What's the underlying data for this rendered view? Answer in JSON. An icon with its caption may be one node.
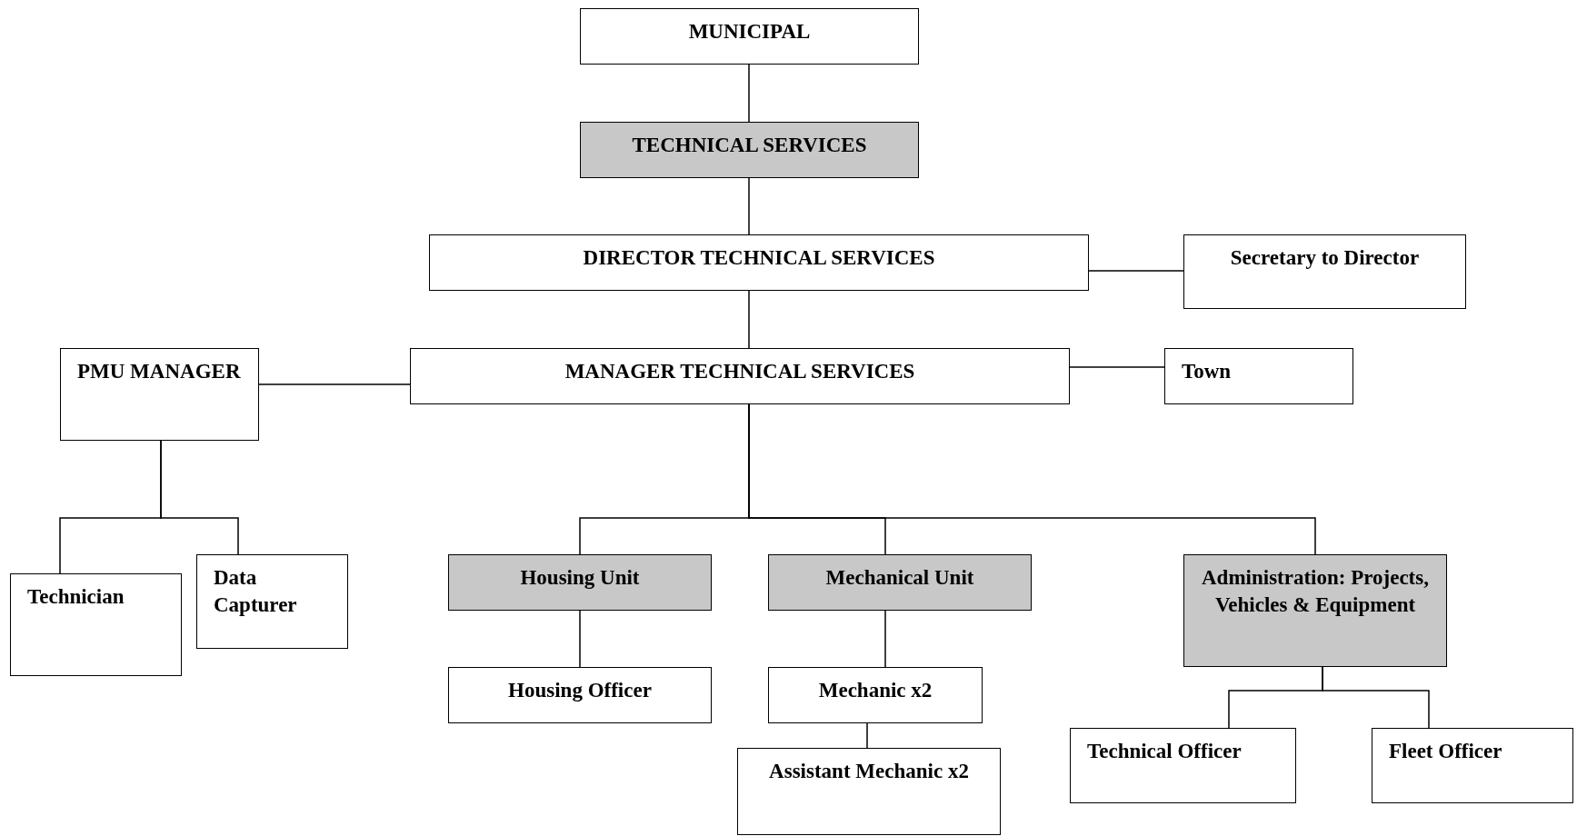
{
  "diagram": {
    "nodes": [
      {
        "text": [
          "MUNICIPAL"
        ]
      },
      {
        "text": [
          "TECHNICAL SERVICES"
        ]
      },
      {
        "text": [
          "DIRECTOR TECHNICAL SERVICES"
        ]
      },
      {
        "text": [
          "Secretary to Director"
        ]
      },
      {
        "text": [
          "PMU MANAGER"
        ]
      },
      {
        "text": [
          "MANAGER TECHNICAL SERVICES"
        ]
      },
      {
        "text": [
          "Town"
        ]
      },
      {
        "text": [
          "Technician"
        ]
      },
      {
        "text": [
          "Data Capturer"
        ]
      },
      {
        "text": [
          "Housing Unit"
        ]
      },
      {
        "text": [
          "Mechanical Unit"
        ]
      },
      {
        "text": [
          "Administration: Projects, Vehicles & Equipment"
        ]
      },
      {
        "text": [
          "Housing Officer"
        ]
      },
      {
        "text": [
          "Mechanic x2"
        ]
      },
      {
        "text": [
          "Assistant Mechanic x2"
        ]
      },
      {
        "text": [
          "Technical Officer"
        ]
      },
      {
        "text": [
          "Fleet Officer"
        ]
      }
    ],
    "edges": [
      {
        "from": 0,
        "to": 1,
        "arrow": "none"
      },
      {
        "from": 1,
        "to": 2,
        "arrow": "none"
      },
      {
        "from": 2,
        "to": 3,
        "arrow": "none"
      },
      {
        "from": 2,
        "to": 5,
        "arrow": "none"
      },
      {
        "from": 5,
        "to": 4,
        "arrow": "none"
      },
      {
        "from": 5,
        "to": 6,
        "arrow": "none"
      },
      {
        "from": 4,
        "to": 7,
        "arrow": "none"
      },
      {
        "from": 4,
        "to": 8,
        "arrow": "none"
      },
      {
        "from": 5,
        "to": 9,
        "arrow": "none"
      },
      {
        "from": 5,
        "to": 10,
        "arrow": "none"
      },
      {
        "from": 5,
        "to": 11,
        "arrow": "none"
      },
      {
        "from": 9,
        "to": 12,
        "arrow": "none"
      },
      {
        "from": 10,
        "to": 13,
        "arrow": "none"
      },
      {
        "from": 13,
        "to": 14,
        "arrow": "none"
      },
      {
        "from": 11,
        "to": 15,
        "arrow": "none"
      },
      {
        "from": 11,
        "to": 16,
        "arrow": "none"
      }
    ]
  }
}
